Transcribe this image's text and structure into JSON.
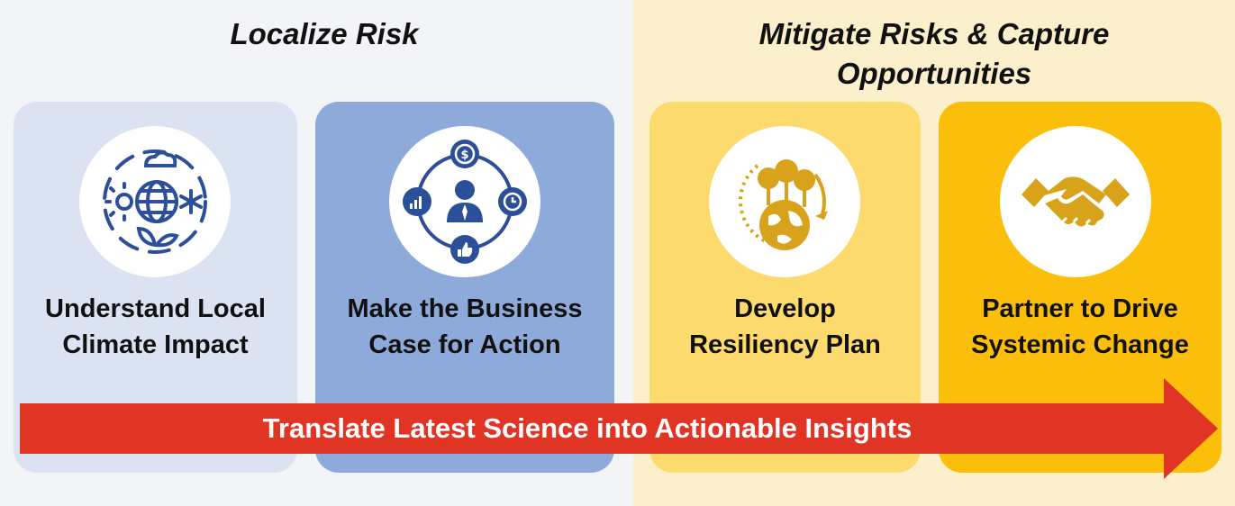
{
  "headings": {
    "left": "Localize Risk",
    "right_line1": "Mitigate Risks & Capture",
    "right_line2": "Opportunities"
  },
  "cards": [
    {
      "line1": "Understand Local",
      "line2": "Climate Impact",
      "icon": "climate-weather-icon",
      "color": "#dbe2f2"
    },
    {
      "line1": "Make the Business",
      "line2": "Case for Action",
      "icon": "business-case-icon",
      "color": "#8eaadb"
    },
    {
      "line1": "Develop",
      "line2": "Resiliency Plan",
      "icon": "resiliency-globe-trees-icon",
      "color": "#fdda6e"
    },
    {
      "line1": "Partner to Drive",
      "line2": "Systemic Change",
      "icon": "handshake-icon",
      "color": "#fbbf0b"
    }
  ],
  "arrow": {
    "label": "Translate Latest Science into Actionable Insights",
    "color": "#e03424"
  },
  "colors": {
    "blue_icon": "#2c4f9a",
    "gold_icon": "#d9a21b",
    "left_bg": "#f2f4f8",
    "right_bg": "#fcf0cc"
  }
}
